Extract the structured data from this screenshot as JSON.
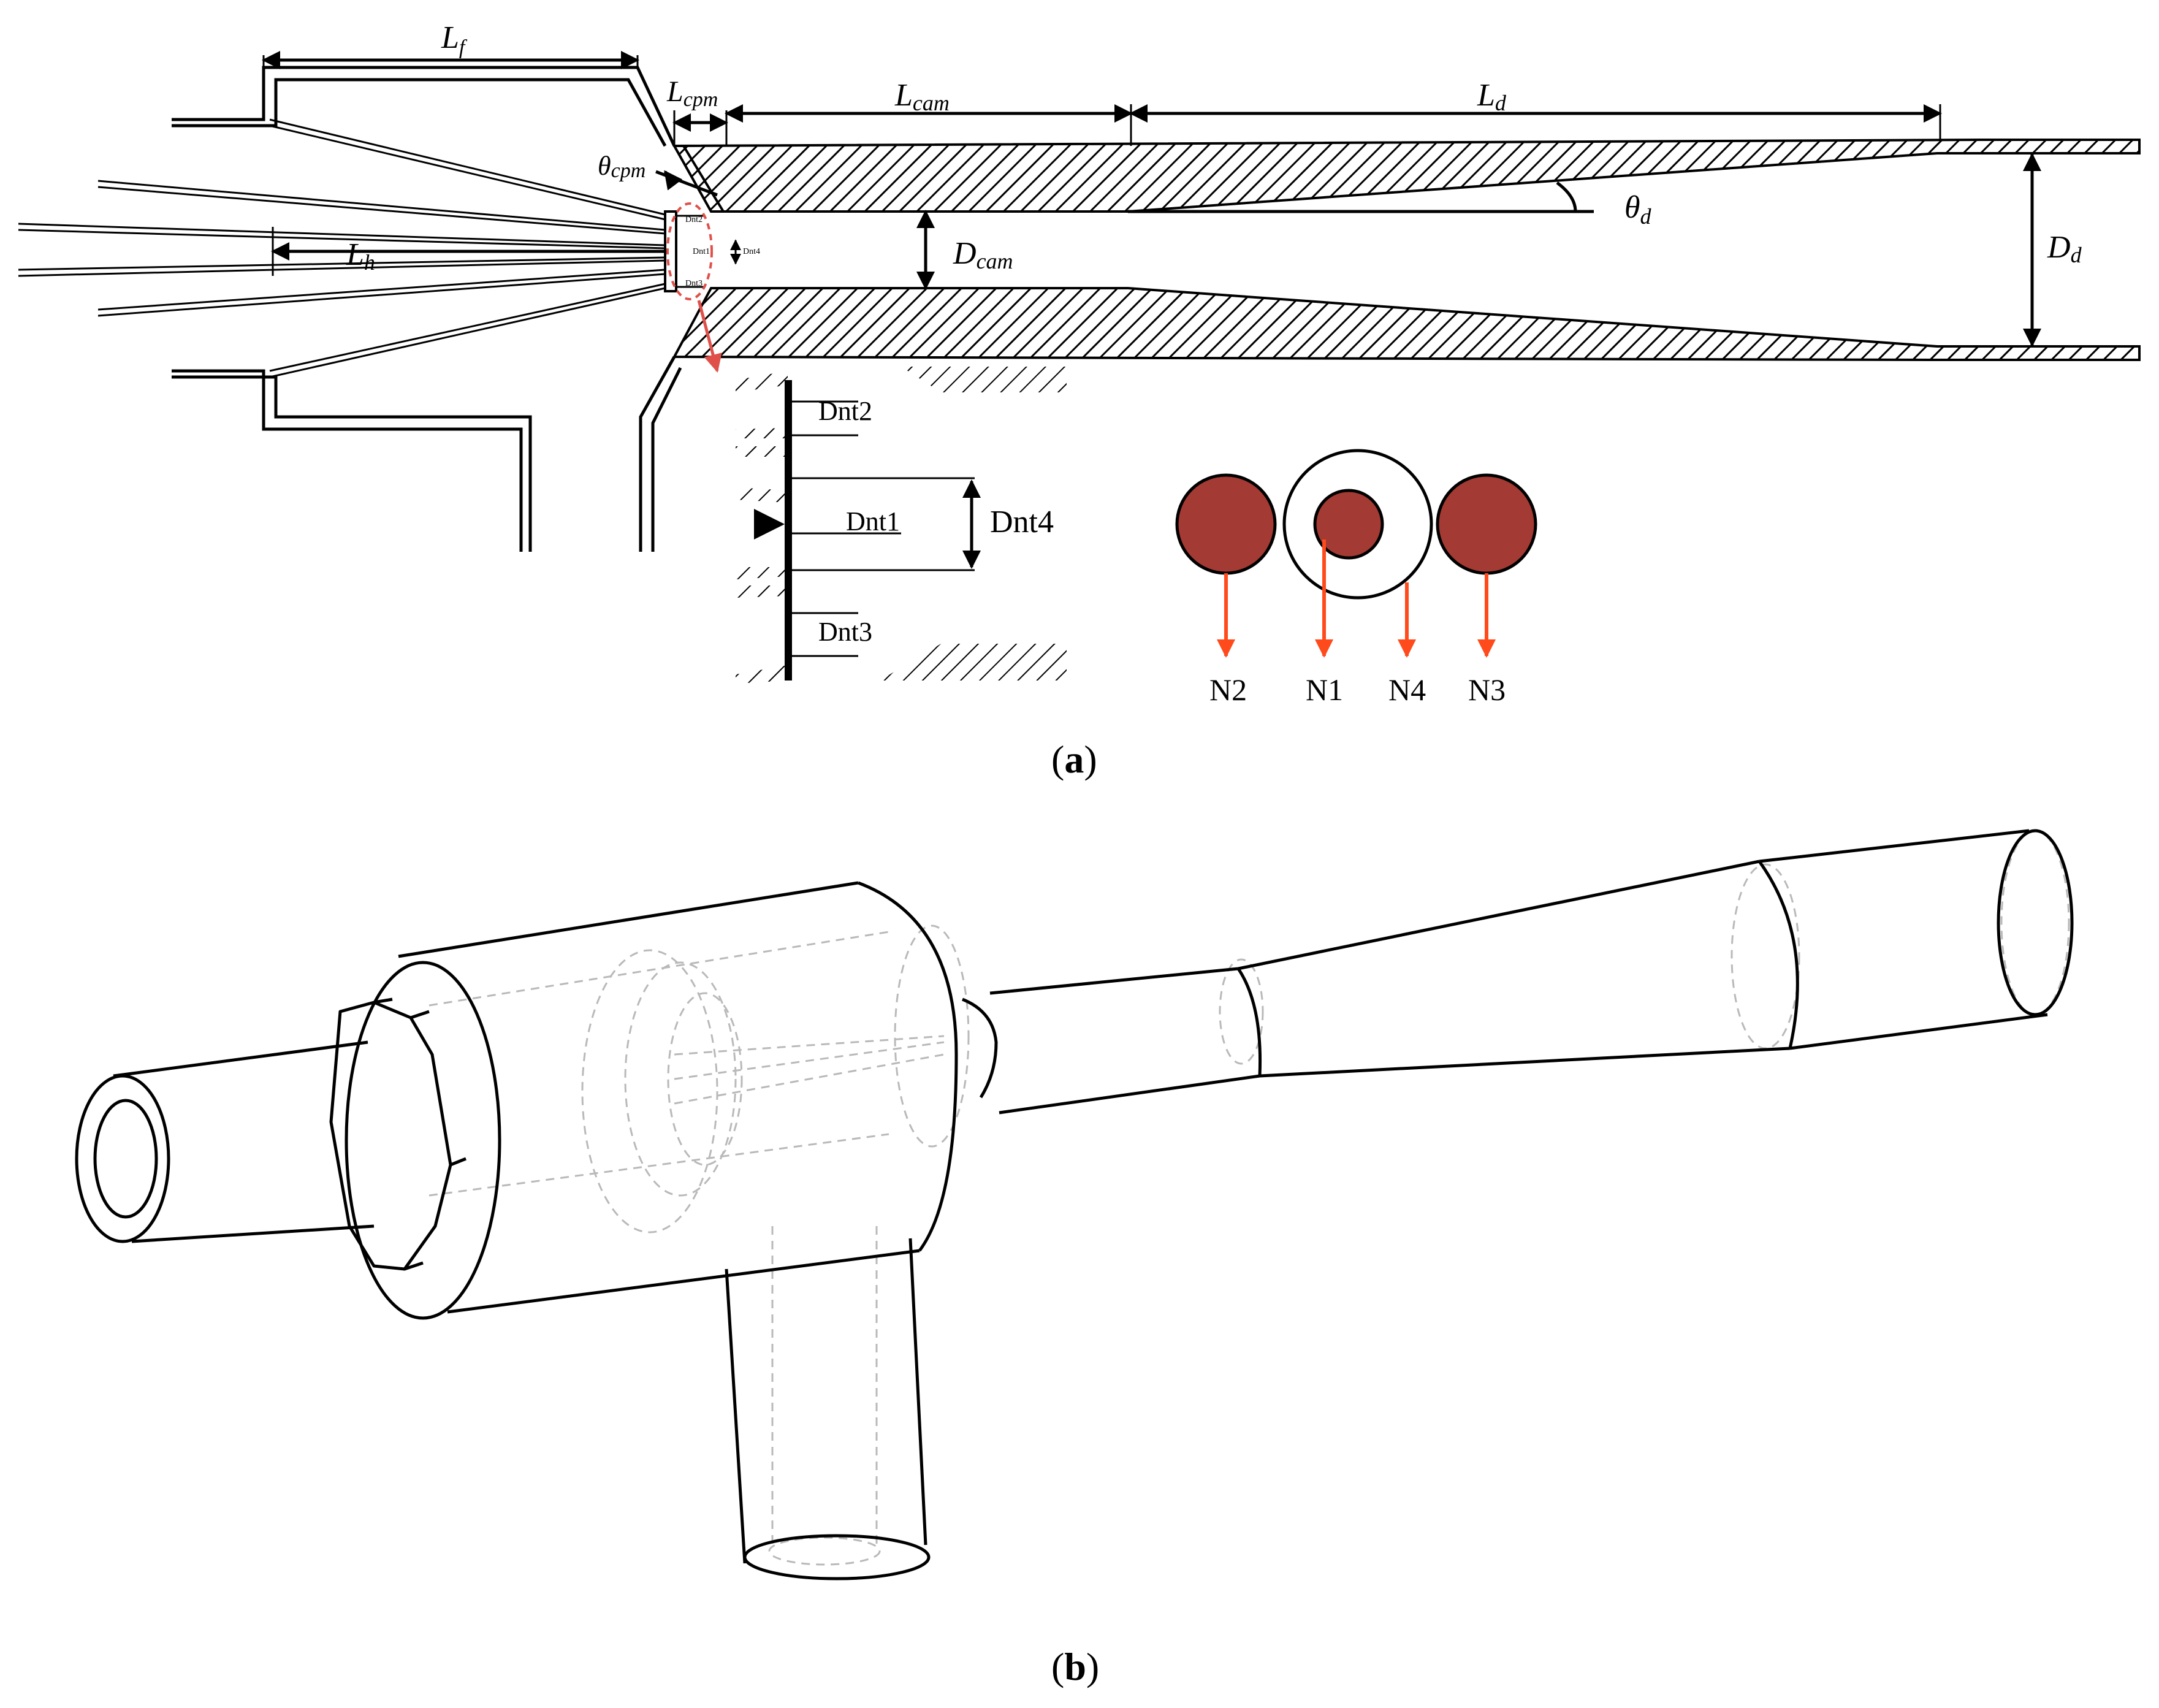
{
  "panel_a": {
    "label_open": "(",
    "label_letter": "a",
    "label_close": ")",
    "dimensions": {
      "Lf_main": "L",
      "Lf_sub": "f",
      "Lcpm_main": "L",
      "Lcpm_sub": "cpm",
      "Lcam_main": "L",
      "Lcam_sub": "cam",
      "Ld_main": "L",
      "Ld_sub": "d",
      "Lh_main": "L",
      "Lh_sub": "h",
      "theta_cpm_main": "θ",
      "theta_cpm_sub": "cpm",
      "theta_d_main": "θ",
      "theta_d_sub": "d",
      "Dcam_main": "D",
      "Dcam_sub": "cam",
      "Dd_main": "D",
      "Dd_sub": "d"
    },
    "nozzle_tiny_labels": [
      "Dnt2",
      "Dnt1",
      "Dnt3",
      "Dnt4"
    ],
    "detail_labels": {
      "dnt2": "Dnt2",
      "dnt1": "Dnt1",
      "dnt3": "Dnt3",
      "dnt4": "Dnt4"
    },
    "nozzle_map": {
      "labels": [
        "N2",
        "N1",
        "N4",
        "N3"
      ],
      "nozzle_color": "#a33a33",
      "arrow_color": "#ff4a1c"
    },
    "callout_color": "#e0504a"
  },
  "panel_b": {
    "label_open": "(",
    "label_letter": "b",
    "label_close": ")"
  }
}
